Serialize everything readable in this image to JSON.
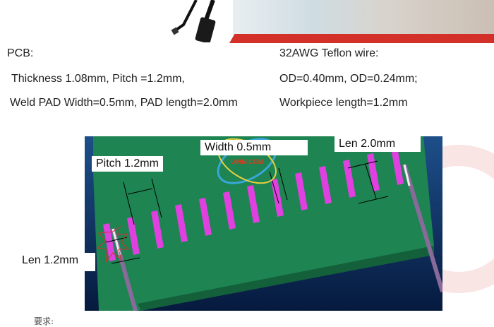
{
  "left": {
    "heading": "PCB:",
    "line1": "Thickness 1.08mm, Pitch =1.2mm,",
    "line2": "Weld PAD Width=0.5mm, PAD length=2.0mm"
  },
  "right": {
    "heading": "32AWG Teflon wire:",
    "line1": "OD=0.40mm, OD=0.24mm;",
    "line2": "Workpiece length=1.2mm"
  },
  "figure": {
    "labels": {
      "pitch": "Pitch 1.2mm",
      "width": "Width 0.5mm",
      "len_pad": "Len 2.0mm",
      "len_wire": "Len 1.2mm"
    },
    "watermark": "UIHM.COM",
    "colors": {
      "background": "#0a2a5e",
      "board": "#1d8452",
      "pad": "#e040e0",
      "wire": "#8a6a9a"
    }
  },
  "footer": {
    "text": "要求:"
  }
}
